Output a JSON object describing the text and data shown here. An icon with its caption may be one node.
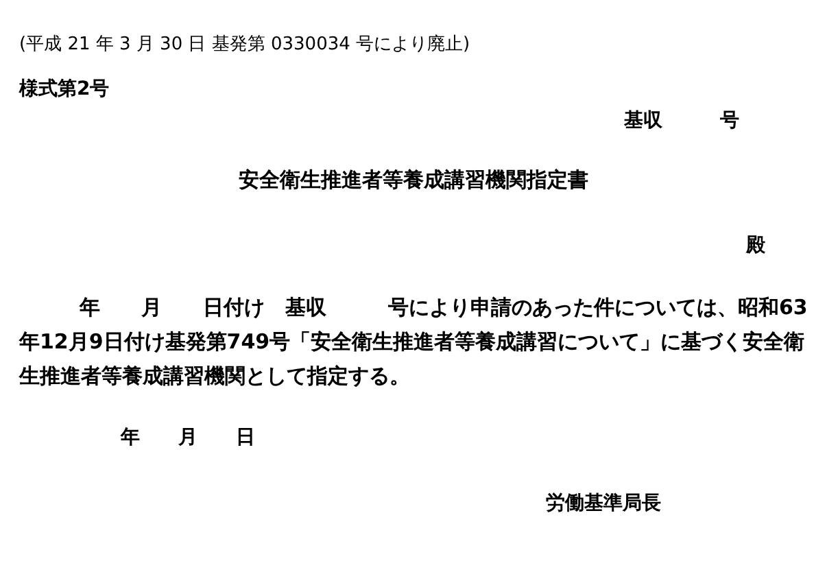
{
  "diagram": {
    "title": "安全衛生推進者等養成講習機関指定書",
    "labels": [
      "(平成 21 年 3 月 30 日 基発第 0330034 号により廃止)",
      "様式第2号",
      "基収　　　号",
      "殿",
      "年　　月　　日付け　基収　　　号により申請のあった件については、昭和63年12月9日付け基発第749号「安全衛生推進者等養成講習について」に基づく安全衛生推進者等養成講習機関として指定する。",
      "年　　月　　日",
      "労働基準局長"
    ]
  }
}
